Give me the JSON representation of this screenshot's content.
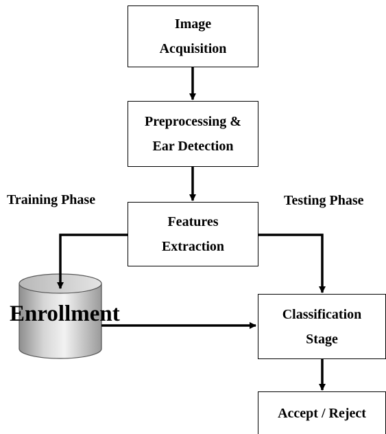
{
  "nodes": {
    "acquisition": {
      "line1": "Image",
      "line2": "Acquisition"
    },
    "preprocessing": {
      "line1": "Preprocessing &",
      "line2": "Ear Detection"
    },
    "extraction": {
      "line1": "Features",
      "line2": "Extraction"
    },
    "classification": {
      "line1": "Classification",
      "line2": "Stage"
    },
    "decision": {
      "line1": "Accept / Reject"
    }
  },
  "database": {
    "label": "Enrollment"
  },
  "phases": {
    "training": "Training Phase",
    "testing": "Testing Phase"
  }
}
